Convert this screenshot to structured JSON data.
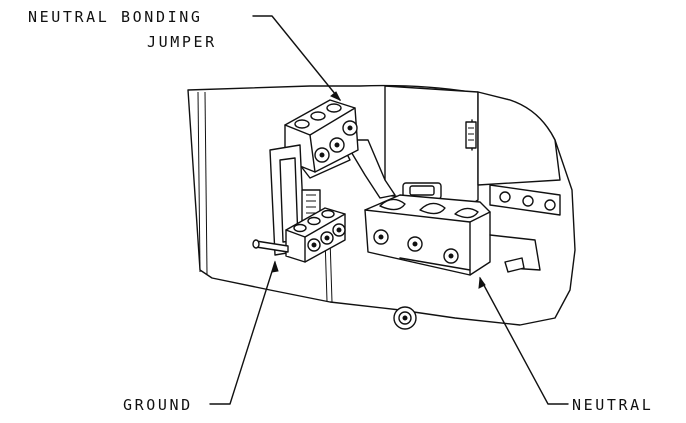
{
  "labels": {
    "neutral_bonding_jumper_line1": "NEUTRAL BONDING",
    "neutral_bonding_jumper_line2": "JUMPER",
    "ground": "GROUND",
    "neutral": "NEUTRAL"
  }
}
